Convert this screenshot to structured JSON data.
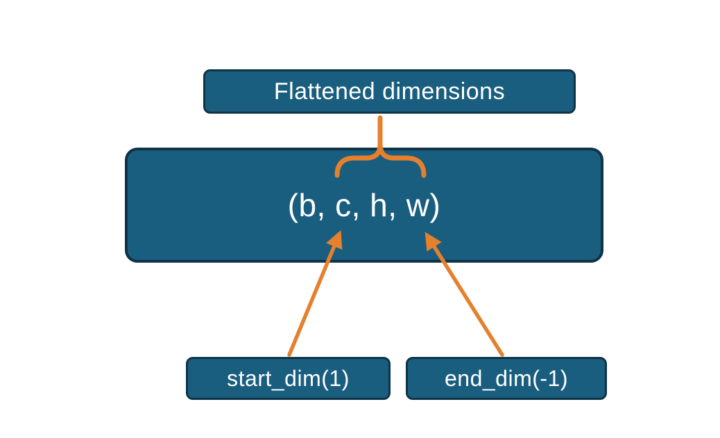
{
  "diagram": {
    "title_box": {
      "label": "Flattened dimensions"
    },
    "tensor_box": {
      "label": "(b, c, h, w)"
    },
    "start_dim_box": {
      "label": "start_dim(1)"
    },
    "end_dim_box": {
      "label": "end_dim(-1)"
    }
  },
  "colors": {
    "background": "#ffffff",
    "box-fill": "#1a5e7f",
    "box-border": "#0e3346",
    "box-text": "#ffffff",
    "accent": "#e5802c"
  }
}
